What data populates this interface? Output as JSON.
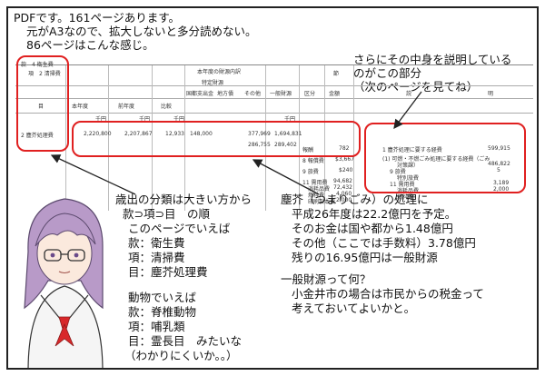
{
  "header": {
    "lines": [
      "PDFです。161ページあります。",
      "元がA3なので、拡大しないと多分読めない。",
      "86ページはこんな感じ。"
    ]
  },
  "callout_right": {
    "lines": [
      "さらにその中身を説明している",
      "のがこの部分",
      "（次のページを見てね）"
    ]
  },
  "document": {
    "top_left": [
      "款　4 衛生費",
      "項　2 清掃費"
    ],
    "col_headers": [
      "目",
      "本年度",
      "前年度",
      "比較",
      "本年度の財源内訳",
      "特定財源",
      "国都支出金",
      "地方債",
      "その他",
      "一般財源",
      "節",
      "区分",
      "金額",
      "説",
      "明"
    ],
    "unit": "千円",
    "row_label": "2 塵芥処理費",
    "values": [
      "2,220,800",
      "2,207,867",
      "12,933",
      "148,000",
      "377,969",
      "1,694,831",
      "286,755",
      "289,402"
    ],
    "right_items": [
      "報酬",
      "8 報償費",
      "9 旅費",
      "11 需用費",
      "消耗品費",
      "燃料費",
      "印刷製本費"
    ],
    "right_values": [
      "782",
      "$3,667",
      "$240",
      "94,682",
      "72,432",
      "4,060",
      "2,000"
    ],
    "expl_lines": [
      "1 塵芥処理に要する経費",
      "(1) 可燃・不燃ごみ処理に要する経費（ごみ",
      "対策課）",
      "9 旅費",
      "特別旅費",
      "11 需用費",
      "消耗品費",
      "燃料費"
    ],
    "expl_values": [
      "599,915",
      "486,822",
      "5",
      "3,189",
      "2,000"
    ]
  },
  "callout_left": {
    "lines": [
      "歳出の分類は大きい方から",
      "款⊃項⊃目　の順",
      "このページでいえば",
      "款：衛生費",
      "項：清掃費",
      "目：塵芥処理費",
      "",
      "動物でいえば",
      "款：脊椎動物",
      "項：哺乳類",
      "目：霊長目　みたいな",
      "（わかりにくいか。。）"
    ]
  },
  "callout_mid": {
    "lines": [
      "塵芥（つまりごみ）の処理に",
      "平成26年度は22.2億円を予定。",
      "そのお金は国や都から1.48億円",
      "その他（ここでは手数料）3.78億円",
      "残りの16.95億円は一般財源",
      "",
      "一般財源って何？",
      "小金井市の場合は市民からの税金って",
      "考えておいてよいかと。"
    ]
  },
  "colors": {
    "annotation": "#e02020",
    "border": "#222222"
  }
}
